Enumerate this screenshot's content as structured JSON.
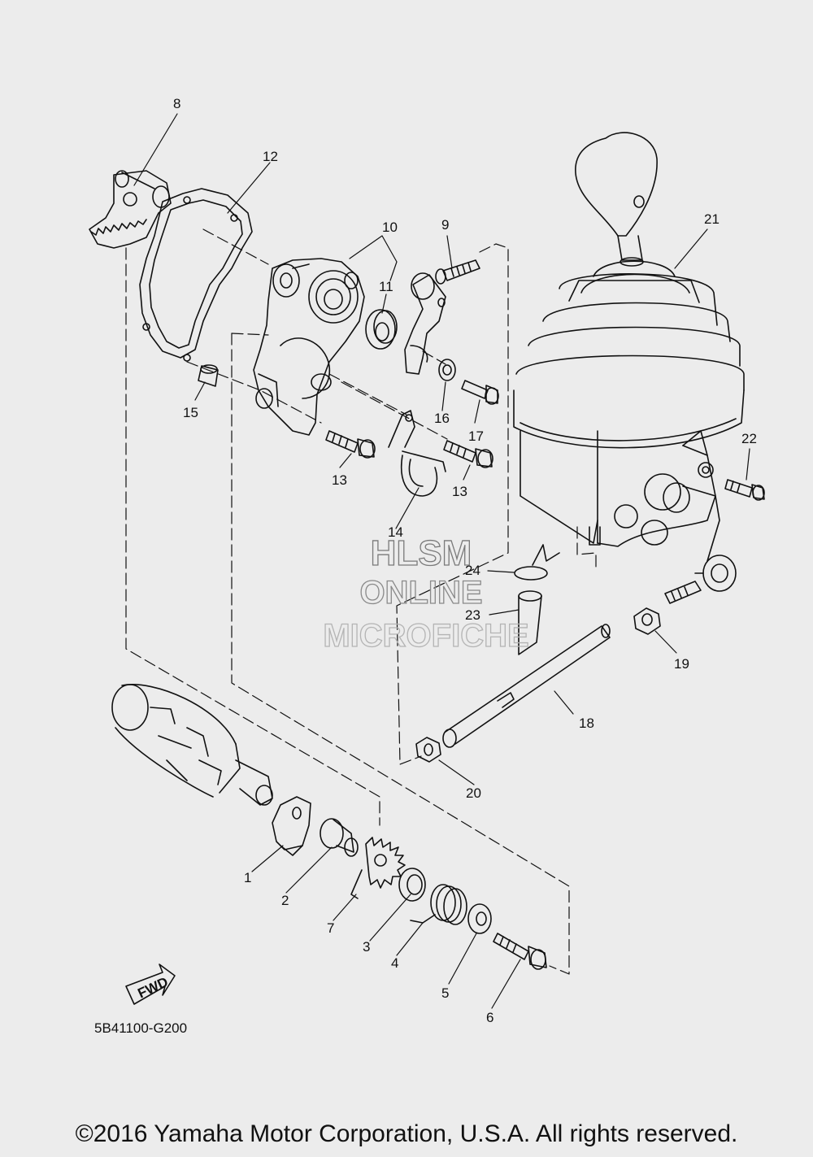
{
  "diagram": {
    "part_numbers": [
      "1",
      "2",
      "3",
      "4",
      "5",
      "6",
      "7",
      "8",
      "9",
      "10",
      "11",
      "12",
      "13",
      "13",
      "14",
      "15",
      "16",
      "17",
      "18",
      "19",
      "20",
      "21",
      "22",
      "23",
      "24"
    ],
    "fwd_label": "FWD",
    "diagram_code": "5B41100-G200"
  },
  "watermark": {
    "line1": "HLSM",
    "line2": "ONLINE",
    "line3": "MICROFICHE"
  },
  "footer": {
    "copyright": "©2016 Yamaha Motor Corporation, U.S.A. All rights reserved."
  },
  "colors": {
    "background": "#ececec",
    "line": "#111111",
    "watermark": "#9a9a9a"
  }
}
